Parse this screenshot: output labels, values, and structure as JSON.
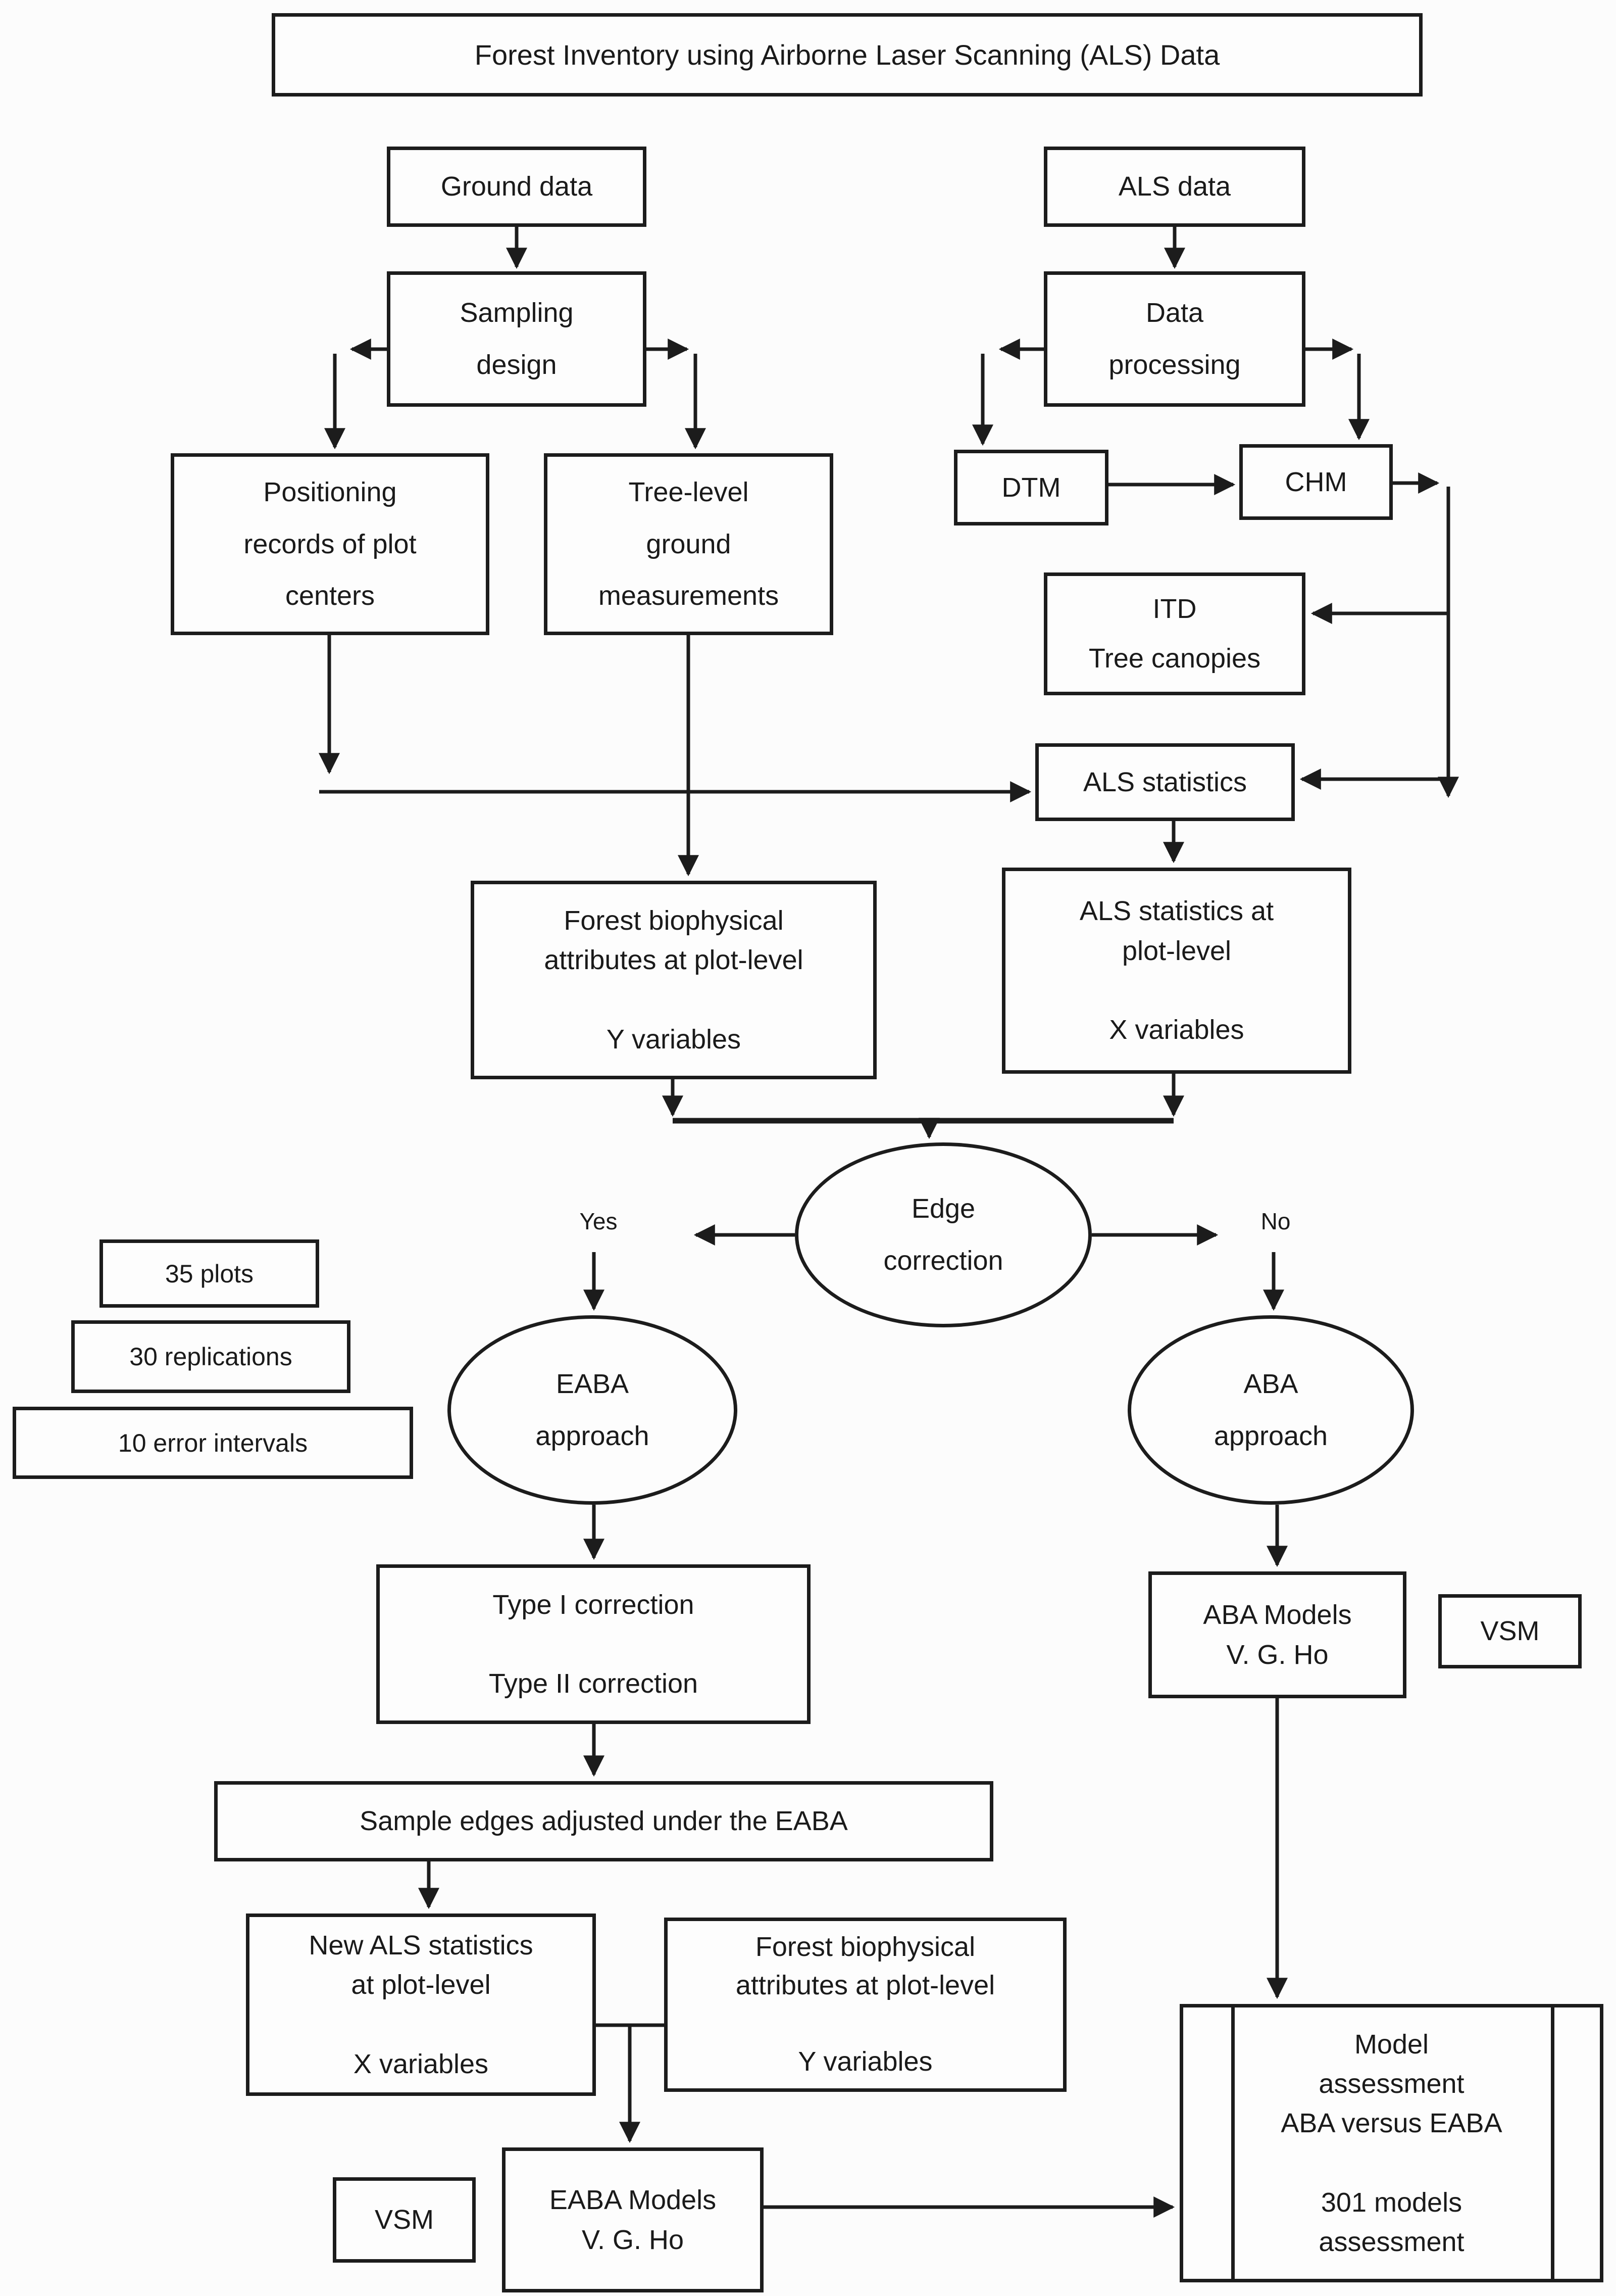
{
  "title": "Forest Inventory using Airborne Laser Scanning (ALS) Data",
  "labels": {
    "yes": "Yes",
    "no": "No"
  },
  "nodes": {
    "ground_data": "Ground data",
    "als_data": "ALS data",
    "sampling_design": "Sampling\ndesign",
    "data_processing": "Data\nprocessing",
    "positioning_records": "Positioning\nrecords of plot\ncenters",
    "tree_level": "Tree-level\nground\nmeasurements",
    "dtm": "DTM",
    "chm": "CHM",
    "itd": "ITD\nTree canopies",
    "als_statistics": "ALS statistics",
    "forest_biophysical_upper": "Forest biophysical\nattributes at plot-level\n\nY variables",
    "als_statistics_plot_level": "ALS statistics at\nplot-level\n\nX variables",
    "edge_correction": "Edge\ncorrection",
    "plots": "35 plots",
    "replications": "30 replications",
    "error_intervals": "10 error intervals",
    "eaba_approach": "EABA\napproach",
    "aba_approach": "ABA\napproach",
    "type_corrections": "Type I correction\n\nType II correction",
    "aba_models": "ABA Models\nV. G. Ho",
    "vsm_right": "VSM",
    "sample_edges": "Sample edges adjusted under the EABA",
    "new_als_statistics": "New ALS statistics\nat plot-level\n\nX variables",
    "forest_biophysical_lower": "Forest biophysical\nattributes at plot-level\n\nY variables",
    "eaba_models": "EABA Models\nV. G. Ho",
    "vsm_left": "VSM",
    "model_assessment": "Model\nassessment\nABA versus EABA\n\n301 models\nassessment"
  },
  "colors": {
    "line": "#1c1c1c",
    "background": "#fcfcfc",
    "box_background": "#fdfdfd"
  }
}
